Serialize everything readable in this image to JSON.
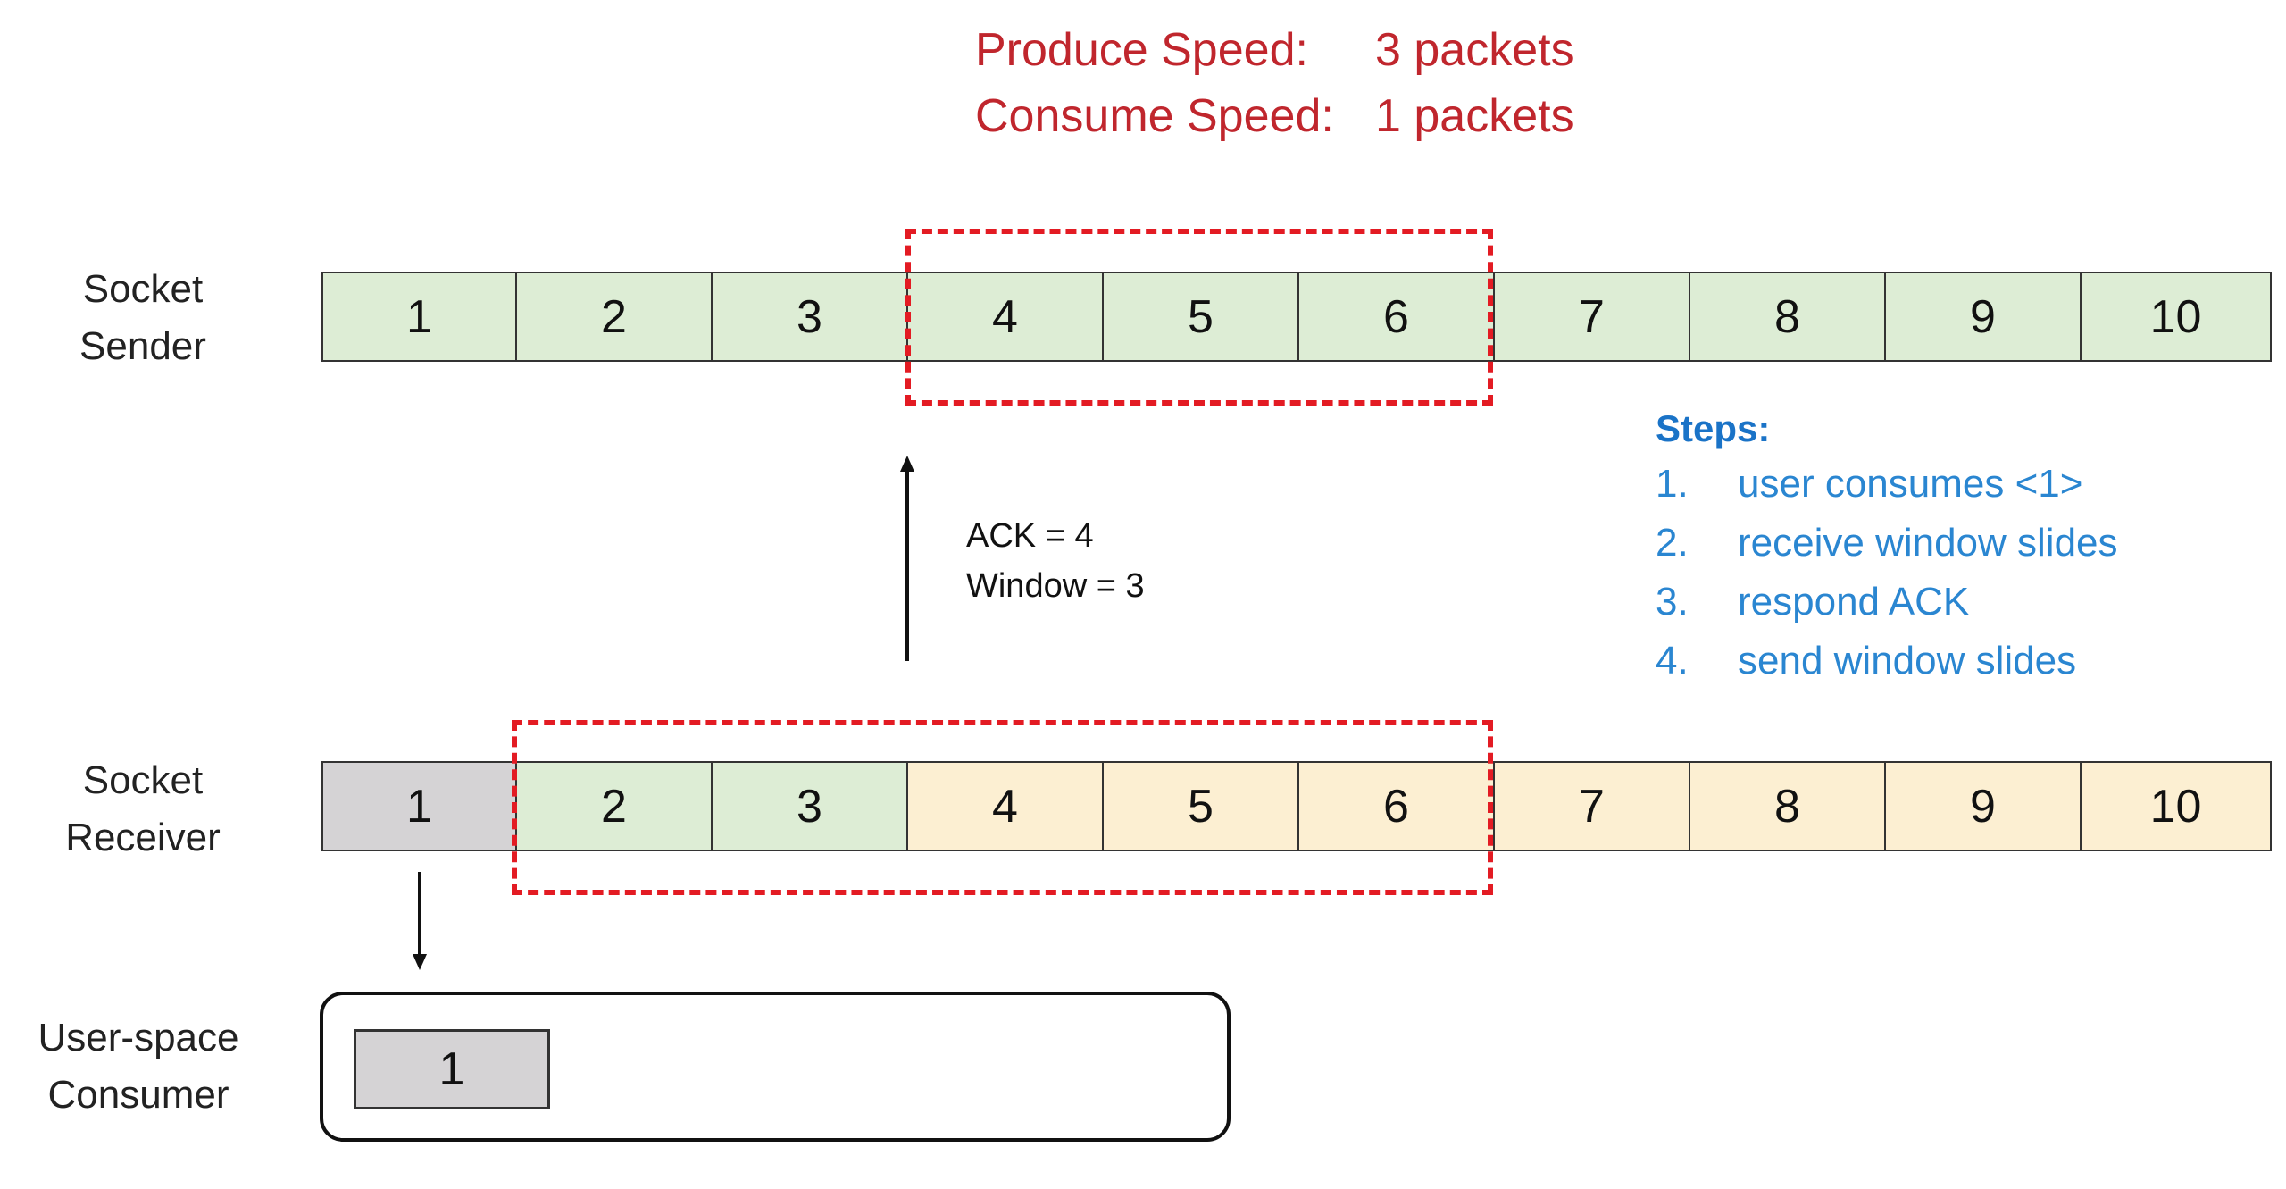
{
  "header": {
    "produce_label": "Produce Speed:",
    "produce_value": "3 packets",
    "consume_label": "Consume Speed:",
    "consume_value": "1 packets"
  },
  "colors": {
    "header_red": "#c0262d",
    "dashed_window": "#e31b23",
    "sent_green": "#ddedd5",
    "pending_yellow": "#fcefd2",
    "consumed_gray": "#d5d3d5",
    "steps_blue": "#2a86d1"
  },
  "sender": {
    "label_line1": "Socket",
    "label_line2": "Sender",
    "cells": [
      "1",
      "2",
      "3",
      "4",
      "5",
      "6",
      "7",
      "8",
      "9",
      "10"
    ]
  },
  "receiver": {
    "label_line1": "Socket",
    "label_line2": "Receiver",
    "cells": [
      "1",
      "2",
      "3",
      "4",
      "5",
      "6",
      "7",
      "8",
      "9",
      "10"
    ]
  },
  "ack": {
    "line1": "ACK = 4",
    "line2": "Window = 3"
  },
  "steps": {
    "title": "Steps:",
    "items": [
      {
        "num": "1.",
        "text": "user consumes <1>"
      },
      {
        "num": "2.",
        "text": "receive window slides"
      },
      {
        "num": "3.",
        "text": "respond ACK"
      },
      {
        "num": "4.",
        "text": "send window slides"
      }
    ]
  },
  "consumer": {
    "label_line1": "User-space",
    "label_line2": "Consumer",
    "items": [
      "1"
    ]
  }
}
